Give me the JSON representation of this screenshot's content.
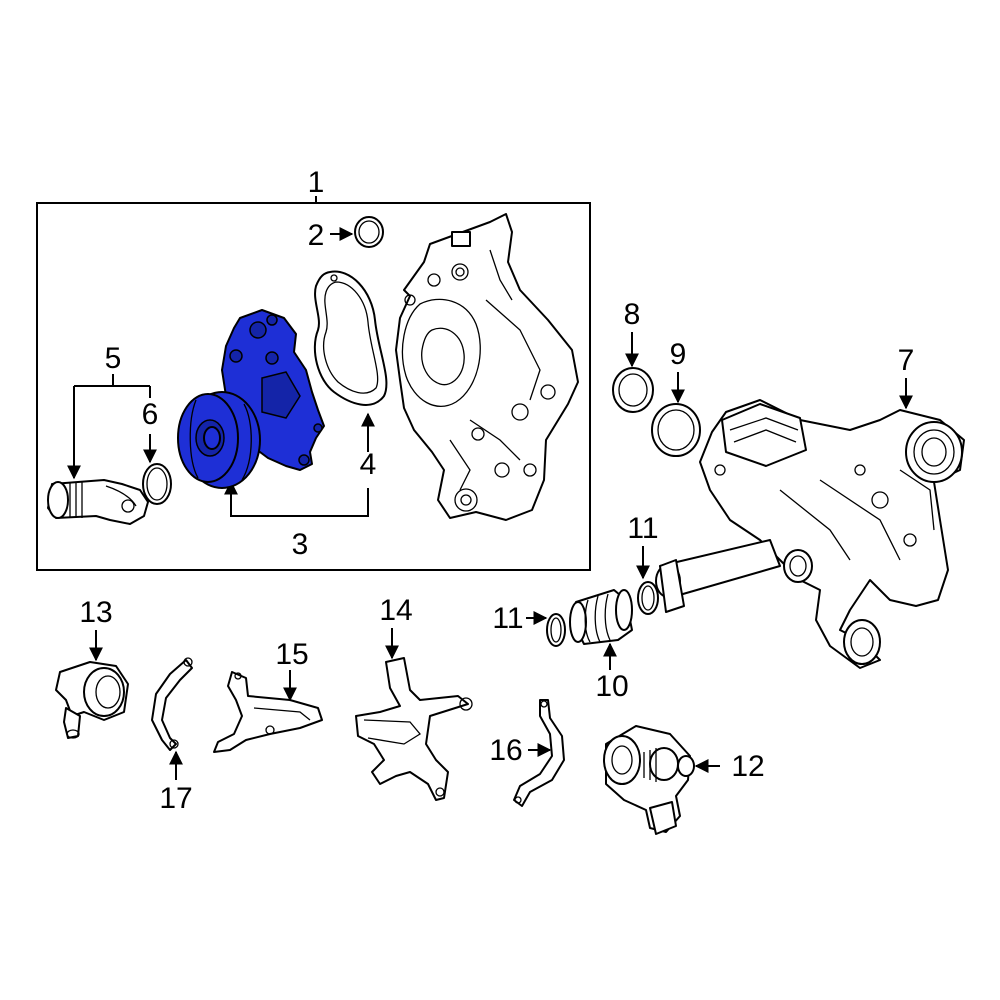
{
  "callouts": {
    "c1": "1",
    "c2": "2",
    "c3": "3",
    "c4": "4",
    "c5": "5",
    "c6": "6",
    "c7": "7",
    "c8": "8",
    "c9": "9",
    "c10": "10",
    "c11a": "11",
    "c11b": "11",
    "c12": "12",
    "c13": "13",
    "c14": "14",
    "c15": "15",
    "c16": "16",
    "c17": "17"
  },
  "colors": {
    "highlight": "#1e2fd6",
    "line": "#000000",
    "background": "#ffffff"
  },
  "highlighted_part": "3"
}
